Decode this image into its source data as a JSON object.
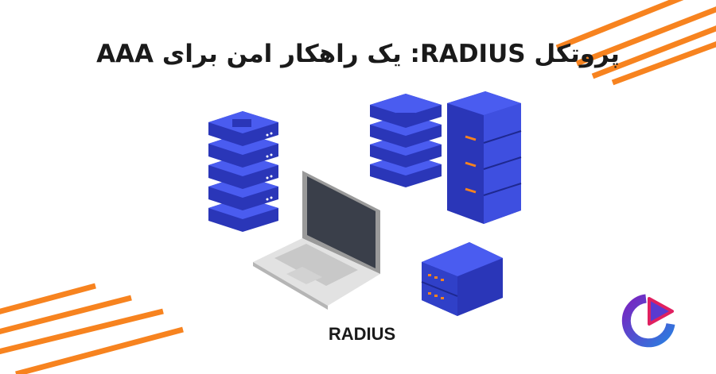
{
  "title": "پروتکل RADIUS: یک راهکار امن برای AAA",
  "caption": "RADIUS",
  "colors": {
    "accent": "#f7831f",
    "server_blue": "#3e4fe0",
    "server_dark": "#2a36b8",
    "logo_purple": "#6a2bbf",
    "logo_red": "#e02060"
  },
  "icons": [
    "stripes-decoration",
    "server-stack-icon",
    "server-tower-icon",
    "laptop-icon",
    "rack-server-icon",
    "brand-logo-icon"
  ]
}
